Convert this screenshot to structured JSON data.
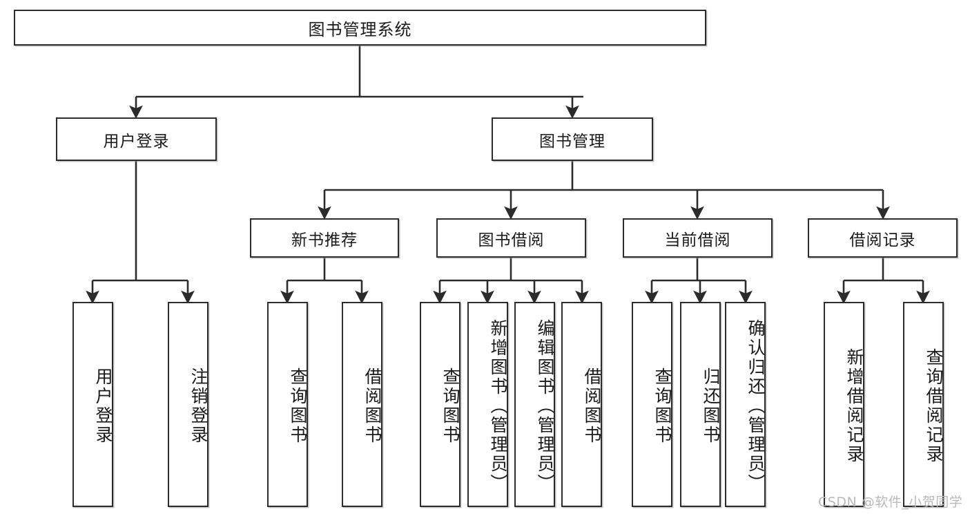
{
  "diagram": {
    "type": "tree-hierarchy-chart",
    "title_node": {
      "id": "root",
      "label": "图书管理系统"
    },
    "level2": [
      {
        "id": "login",
        "label": "用户登录"
      },
      {
        "id": "bookmgmt",
        "label": "图书管理"
      }
    ],
    "level3": [
      {
        "id": "newbook",
        "label": "新书推荐",
        "parent": "bookmgmt"
      },
      {
        "id": "borrow",
        "label": "图书借阅",
        "parent": "bookmgmt"
      },
      {
        "id": "current",
        "label": "当前借阅",
        "parent": "bookmgmt"
      },
      {
        "id": "records",
        "label": "借阅记录",
        "parent": "bookmgmt"
      }
    ],
    "leaves": {
      "login": [
        {
          "id": "leaf-user-login",
          "label": "用户登录"
        },
        {
          "id": "leaf-logout",
          "label": "注销登录"
        }
      ],
      "newbook": [
        {
          "id": "leaf-query-book-1",
          "label": "查询图书"
        },
        {
          "id": "leaf-borrow-book-1",
          "label": "借阅图书"
        }
      ],
      "borrow": [
        {
          "id": "leaf-query-book-2",
          "label": "查询图书"
        },
        {
          "id": "leaf-add-book",
          "label": "新增图书（管理员）"
        },
        {
          "id": "leaf-edit-book",
          "label": "编辑图书（管理员）"
        },
        {
          "id": "leaf-borrow-book-2",
          "label": "借阅图书"
        }
      ],
      "current": [
        {
          "id": "leaf-query-book-3",
          "label": "查询图书"
        },
        {
          "id": "leaf-return-book",
          "label": "归还图书"
        },
        {
          "id": "leaf-confirm-return",
          "label": "确认归还（管理员）"
        }
      ],
      "records": [
        {
          "id": "leaf-add-record",
          "label": "新增借阅记录"
        },
        {
          "id": "leaf-query-record",
          "label": "查询借阅记录"
        }
      ]
    },
    "colors": {
      "stroke": "#2b2b2b",
      "fill": "#ffffff",
      "text": "#1a1a1a",
      "watermark": "#b9b9b9"
    }
  },
  "watermark": {
    "text": "CSDN @软件_小贺同学"
  }
}
